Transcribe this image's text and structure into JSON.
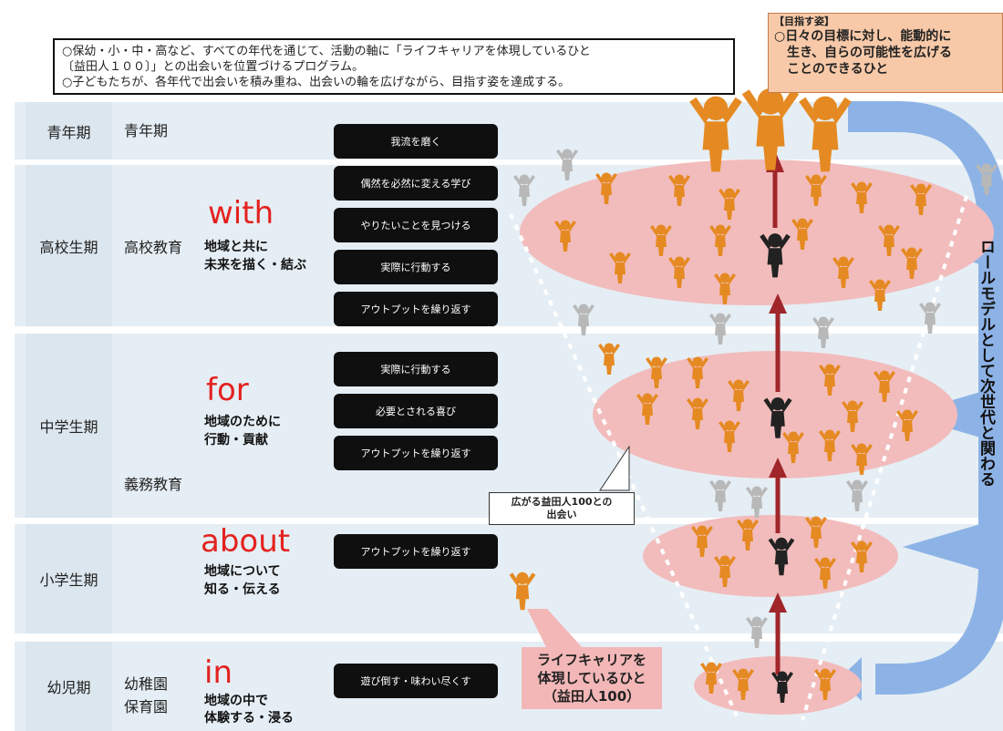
{
  "intro": {
    "line1": "○保幼・小・中・高など、すべての年代を通じて、活動の軸に「ライフキャリアを体現しているひと",
    "line2": "〔益田人１００〕」との出会いを位置づけるプログラム。",
    "line3": "○子どもたちが、各年代で出会いを積み重ね、出会いの輪を広げながら、目指す姿を達成する。"
  },
  "goal": {
    "heading": "【目指す姿】",
    "line1": "○日々の目標に対し、能動的に",
    "line2": "生き、自らの可能性を広げる",
    "line3": "ことのできるひと"
  },
  "stages": {
    "youth": "青年期",
    "high": "高校生期",
    "middle": "中学生期",
    "elementary": "小学生期",
    "infant": "幼児期"
  },
  "categories": {
    "youth": "青年期",
    "high": "高校教育",
    "compulsory": "義務教育",
    "kinder1": "幼稚園",
    "kinder2": "保育園"
  },
  "keywords": {
    "with": "with",
    "with_desc1": "地域と共に",
    "with_desc2": "未来を描く・結ぶ",
    "for": "for",
    "for_desc1": "地域のために",
    "for_desc2": "行動・貢献",
    "about": "about",
    "about_desc1": "地域について",
    "about_desc2": "知る・伝える",
    "in": "in",
    "in_desc1": "地域の中で",
    "in_desc2": "体験する・浸る"
  },
  "pills": {
    "p1": "我流を磨く",
    "p2": "偶然を必然に変える学び",
    "p3": "やりたいことを見つける",
    "p4": "実際に行動する",
    "p5": "アウトプットを繰り返す",
    "p6": "実際に行動する",
    "p7": "必要とされる喜び",
    "p8": "アウトプットを繰り返す",
    "p9": "アウトプットを繰り返す",
    "p10": "遊び倒す・味わい尽くす"
  },
  "callout": {
    "line1": "広がる益田人100との",
    "line2": "出会い"
  },
  "rolemodel": {
    "line1": "ライフキャリアを",
    "line2": "体現しているひと",
    "line3": "（益田人100）"
  },
  "vertical_text": "ロールモデルとして次世代と関わる",
  "colors": {
    "orange_figure": "#e58a22",
    "gray_figure": "#b8b8b8",
    "ellipse": "#f2bcbc",
    "arrow_red": "#a0262a",
    "blue_arrow": "#7ea8df",
    "keyword_red": "#e3221f"
  }
}
